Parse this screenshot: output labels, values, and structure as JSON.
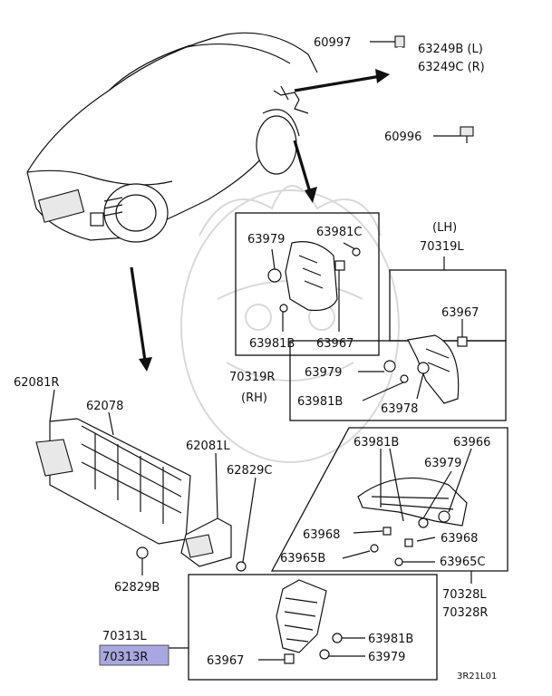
{
  "labels": {
    "p60997": "60997",
    "p63249b": "63249B (L)",
    "p63249c": "63249C (R)",
    "p60996": "60996",
    "p63979_a": "63979",
    "p63981c": "63981C",
    "p63981b_a": "63981B",
    "p63967_a": "63967",
    "p70319r": "70319R",
    "rh": "(RH)",
    "lh": "(LH)",
    "p70319l": "70319L",
    "p63967_b": "63967",
    "p63979_b": "63979",
    "p63981b_b": "63981B",
    "p63978": "63978",
    "p62081r": "62081R",
    "p62078": "62078",
    "p62081l": "62081L",
    "p62829c": "62829C",
    "p62829b": "62829B",
    "p63981b_c": "63981B",
    "p63966": "63966",
    "p63979_c": "63979",
    "p63968_a": "63968",
    "p63968_b": "63968",
    "p63965b": "63965B",
    "p63965c": "63965C",
    "p70328l": "70328L",
    "p70328r": "70328R",
    "p70313l": "70313L",
    "p70313r": "70313R",
    "p63981b_d": "63981B",
    "p63967_c": "63967",
    "p63979_d": "63979",
    "diagram_code": "3R21L01"
  },
  "highlight_color": "#a8a8e0"
}
